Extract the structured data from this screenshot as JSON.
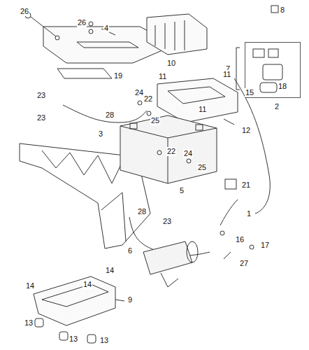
{
  "diagram": {
    "nodes": [
      {
        "text": [
          "18"
        ]
      }
    ],
    "labels": [
      "26",
      "8",
      "26",
      "4",
      "10",
      "7",
      "19",
      "11",
      "11",
      "11",
      "15",
      "23",
      "24",
      "22",
      "2",
      "23",
      "28",
      "3",
      "25",
      "12",
      "22",
      "24",
      "25",
      "21",
      "5",
      "28",
      "23",
      "1",
      "16",
      "17",
      "6",
      "27",
      "14",
      "14",
      "14",
      "9",
      "13",
      "13",
      "13"
    ]
  }
}
